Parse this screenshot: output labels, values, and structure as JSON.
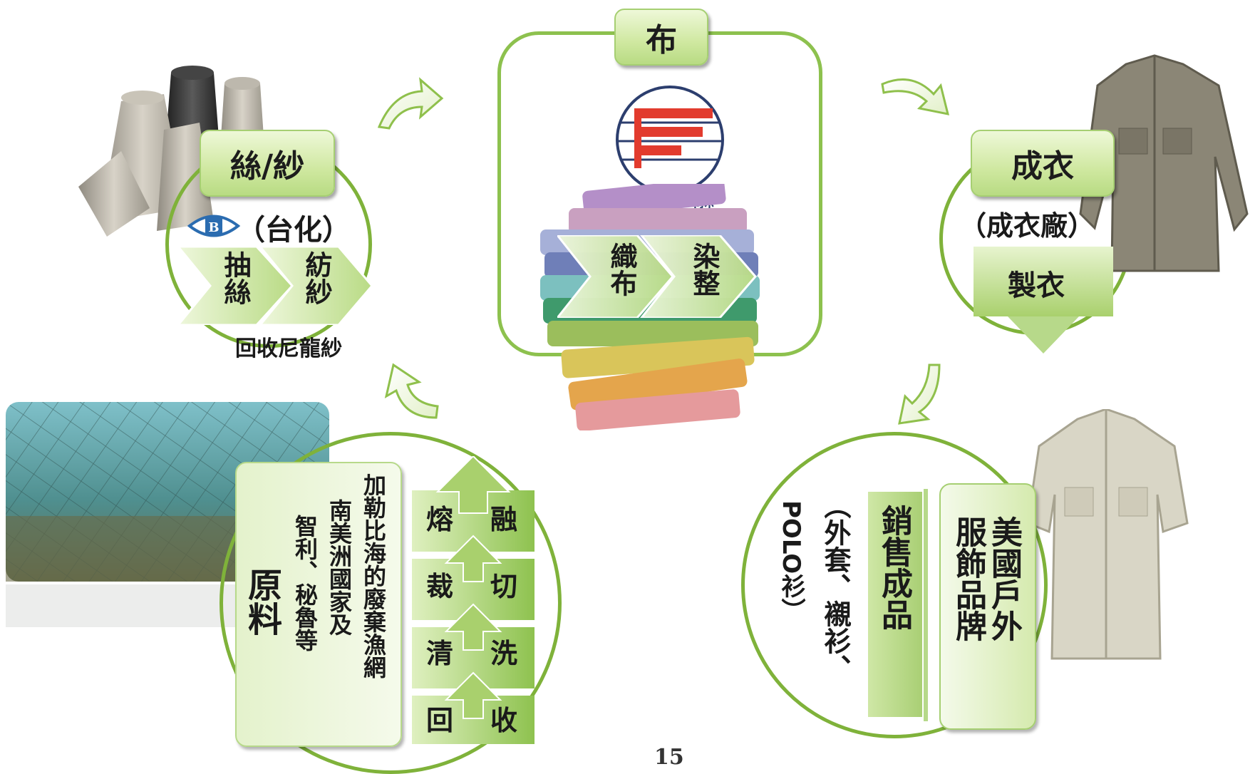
{
  "cloth": {
    "title": "布",
    "logo_text": "福 懋",
    "steps": [
      "織布",
      "染整"
    ]
  },
  "yarn": {
    "title": "絲/紗",
    "company": "（台化）",
    "steps": [
      "抽絲",
      "紡紗"
    ],
    "note": "回收尼龍紗"
  },
  "garment": {
    "title": "成衣",
    "factory": "（成衣廠）",
    "step": "製衣"
  },
  "raw": {
    "title": "原料",
    "desc_1": "加勒比海的廢棄漁網",
    "desc_2": "南美洲國家及",
    "desc_3": "智利、秘魯等",
    "process": [
      {
        "left": "熔",
        "right": "融"
      },
      {
        "left": "裁",
        "right": "切"
      },
      {
        "left": "清",
        "right": "洗"
      },
      {
        "left": "回",
        "right": "收"
      }
    ]
  },
  "sales": {
    "brand": "美國戶外服飾品牌",
    "brand_col1": "美國戶外",
    "brand_col2": "服飾品牌",
    "label": "銷售成品",
    "products": "（外套、襯衫、",
    "polo": "POLO衫）"
  },
  "page_number": "15",
  "colors": {
    "ring": "#7fb23a",
    "box_light": "#eef8d8",
    "box_mid": "#cfe8a0",
    "arrow": "#8fc04c"
  }
}
